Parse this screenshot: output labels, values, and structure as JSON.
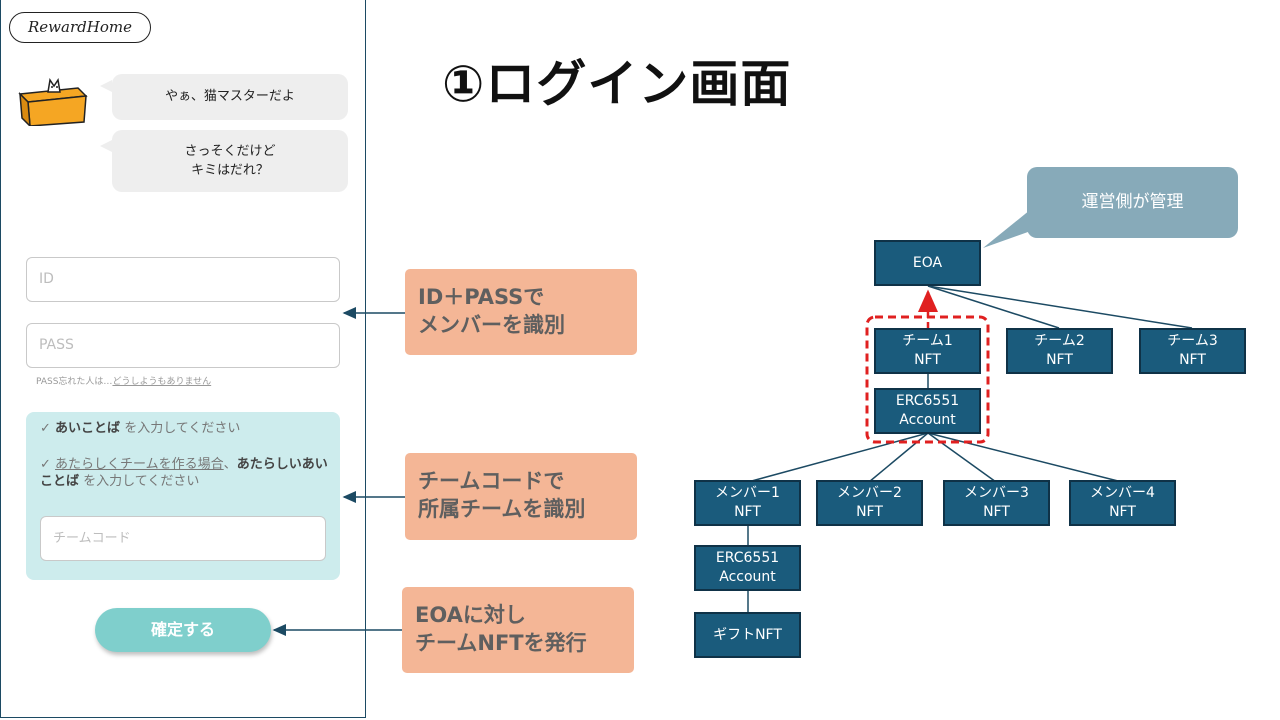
{
  "slide_title": "①ログイン画面",
  "app": {
    "logo": "RewardHome",
    "chat": {
      "line1": "やぁ、猫マスターだよ",
      "line2a": "さっそくだけど",
      "line2b": "キミはだれ？"
    },
    "id_placeholder": "ID",
    "pass_placeholder": "PASS",
    "forgot_prefix": "PASS忘れた人は…",
    "forgot_link": "どうしようもありません",
    "instructions": {
      "item1_bold": "あいことば",
      "item1_rest": " を入力してください",
      "item2_link": "あたらしくチームを作る場合",
      "item2_sep": "、",
      "item2_bold": "あたらしいあいことば",
      "item2_rest": " を入力してください",
      "check_mark": "✓"
    },
    "team_code_placeholder": "チームコード",
    "confirm_button": "確定する"
  },
  "callouts": {
    "c1_line1": "ID＋PASSで",
    "c1_line2": "メンバーを識別",
    "c2_line1": "チームコードで",
    "c2_line2": "所属チームを識別",
    "c3_line1": "EOAに対し",
    "c3_line2": "チームNFTを発行"
  },
  "tree": {
    "admin_note": "運営側が管理",
    "eoa": "EOA",
    "team1_a": "チーム1",
    "team1_b": "NFT",
    "team2_a": "チーム2",
    "team2_b": "NFT",
    "team3_a": "チーム3",
    "team3_b": "NFT",
    "erc_team_a": "ERC6551",
    "erc_team_b": "Account",
    "member1_a": "メンバー1",
    "member1_b": "NFT",
    "member2_a": "メンバー2",
    "member2_b": "NFT",
    "member3_a": "メンバー3",
    "member3_b": "NFT",
    "member4_a": "メンバー4",
    "member4_b": "NFT",
    "erc_member_a": "ERC6551",
    "erc_member_b": "Account",
    "gift": "ギフトNFT"
  },
  "colors": {
    "node_fill": "#1a5b7c",
    "callout_fill": "#f4b696",
    "teal_panel": "#cdeced",
    "button": "#7fcfcc",
    "highlight_red": "#e02020"
  }
}
